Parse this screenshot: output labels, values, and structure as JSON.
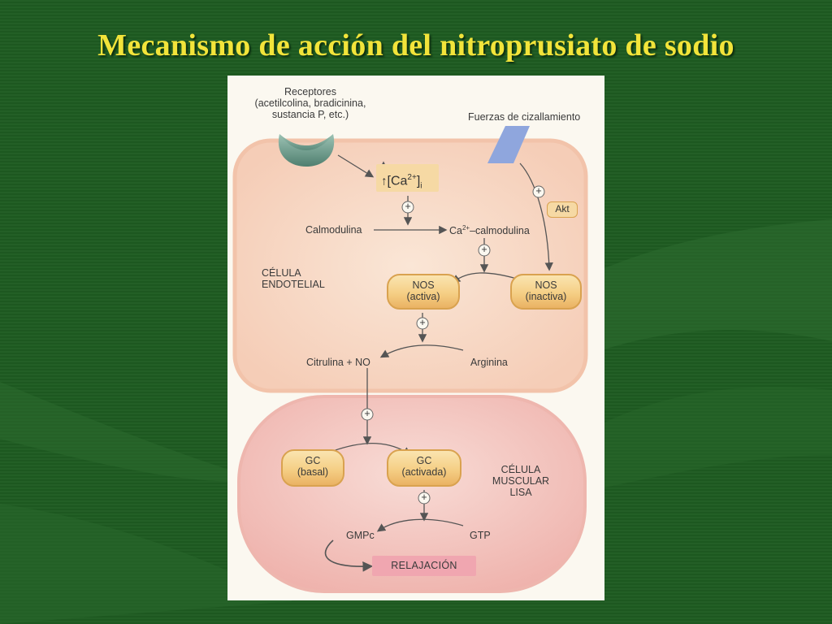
{
  "slide": {
    "title": "Mecanismo de acción del nitroprusiato de sodio"
  },
  "diagram": {
    "receptores": [
      "Receptores",
      "(acetilcolina, bradicinina,",
      "sustancia P, etc.)"
    ],
    "fuerzas": "Fuerzas de cizallamiento",
    "ca_main": "[Ca",
    "ca_sup": "2+",
    "ca_close": "]",
    "ca_sub": "i",
    "akt": "Akt",
    "calmodulina": "Calmodulina",
    "ca_calmodulina_pre": "Ca",
    "ca_calmodulina_sup": "2+",
    "ca_calmodulina_post": "–calmodulina",
    "celula_endotelial": [
      "CÉLULA",
      "ENDOTELIAL"
    ],
    "nos_activa": [
      "NOS",
      "(activa)"
    ],
    "nos_inactiva": [
      "NOS",
      "(inactiva)"
    ],
    "citrulina_no": "Citrulina + NO",
    "arginina": "Arginina",
    "gc_basal": [
      "GC",
      "(basal)"
    ],
    "gc_activada": [
      "GC",
      "(activada)"
    ],
    "celula_muscular": [
      "CÉLULA",
      "MUSCULAR",
      "LISA"
    ],
    "gmpc": "GMPc",
    "gtp": "GTP",
    "relajacion": "RELAJACIÓN",
    "plus": "+"
  },
  "colors": {
    "background": "#1f5a22",
    "title": "#f2e43a",
    "endothelial_cell": "#f7d9c4",
    "muscle_cell": "#f3c3bd",
    "pill": "#f5cf85",
    "relajacion_box": "#f0a6b0",
    "receptor": "#6f9e8e",
    "shear_force": "#8fa6dd"
  }
}
